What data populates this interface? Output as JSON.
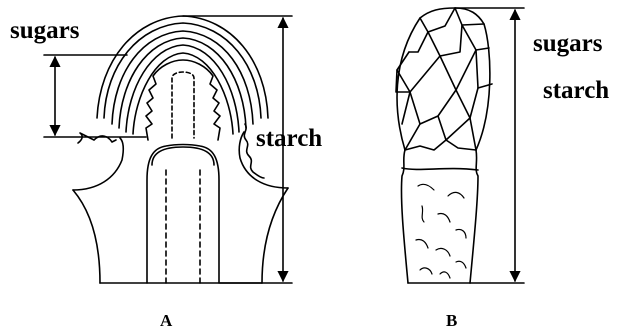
{
  "panel_a": {
    "name": "A",
    "label_top": "sugars",
    "label_bottom": "starch"
  },
  "panel_b": {
    "name": "B",
    "label_top": "sugars",
    "label_bottom": "starch"
  },
  "colors": {
    "ink": "#000000",
    "background": "#ffffff"
  }
}
